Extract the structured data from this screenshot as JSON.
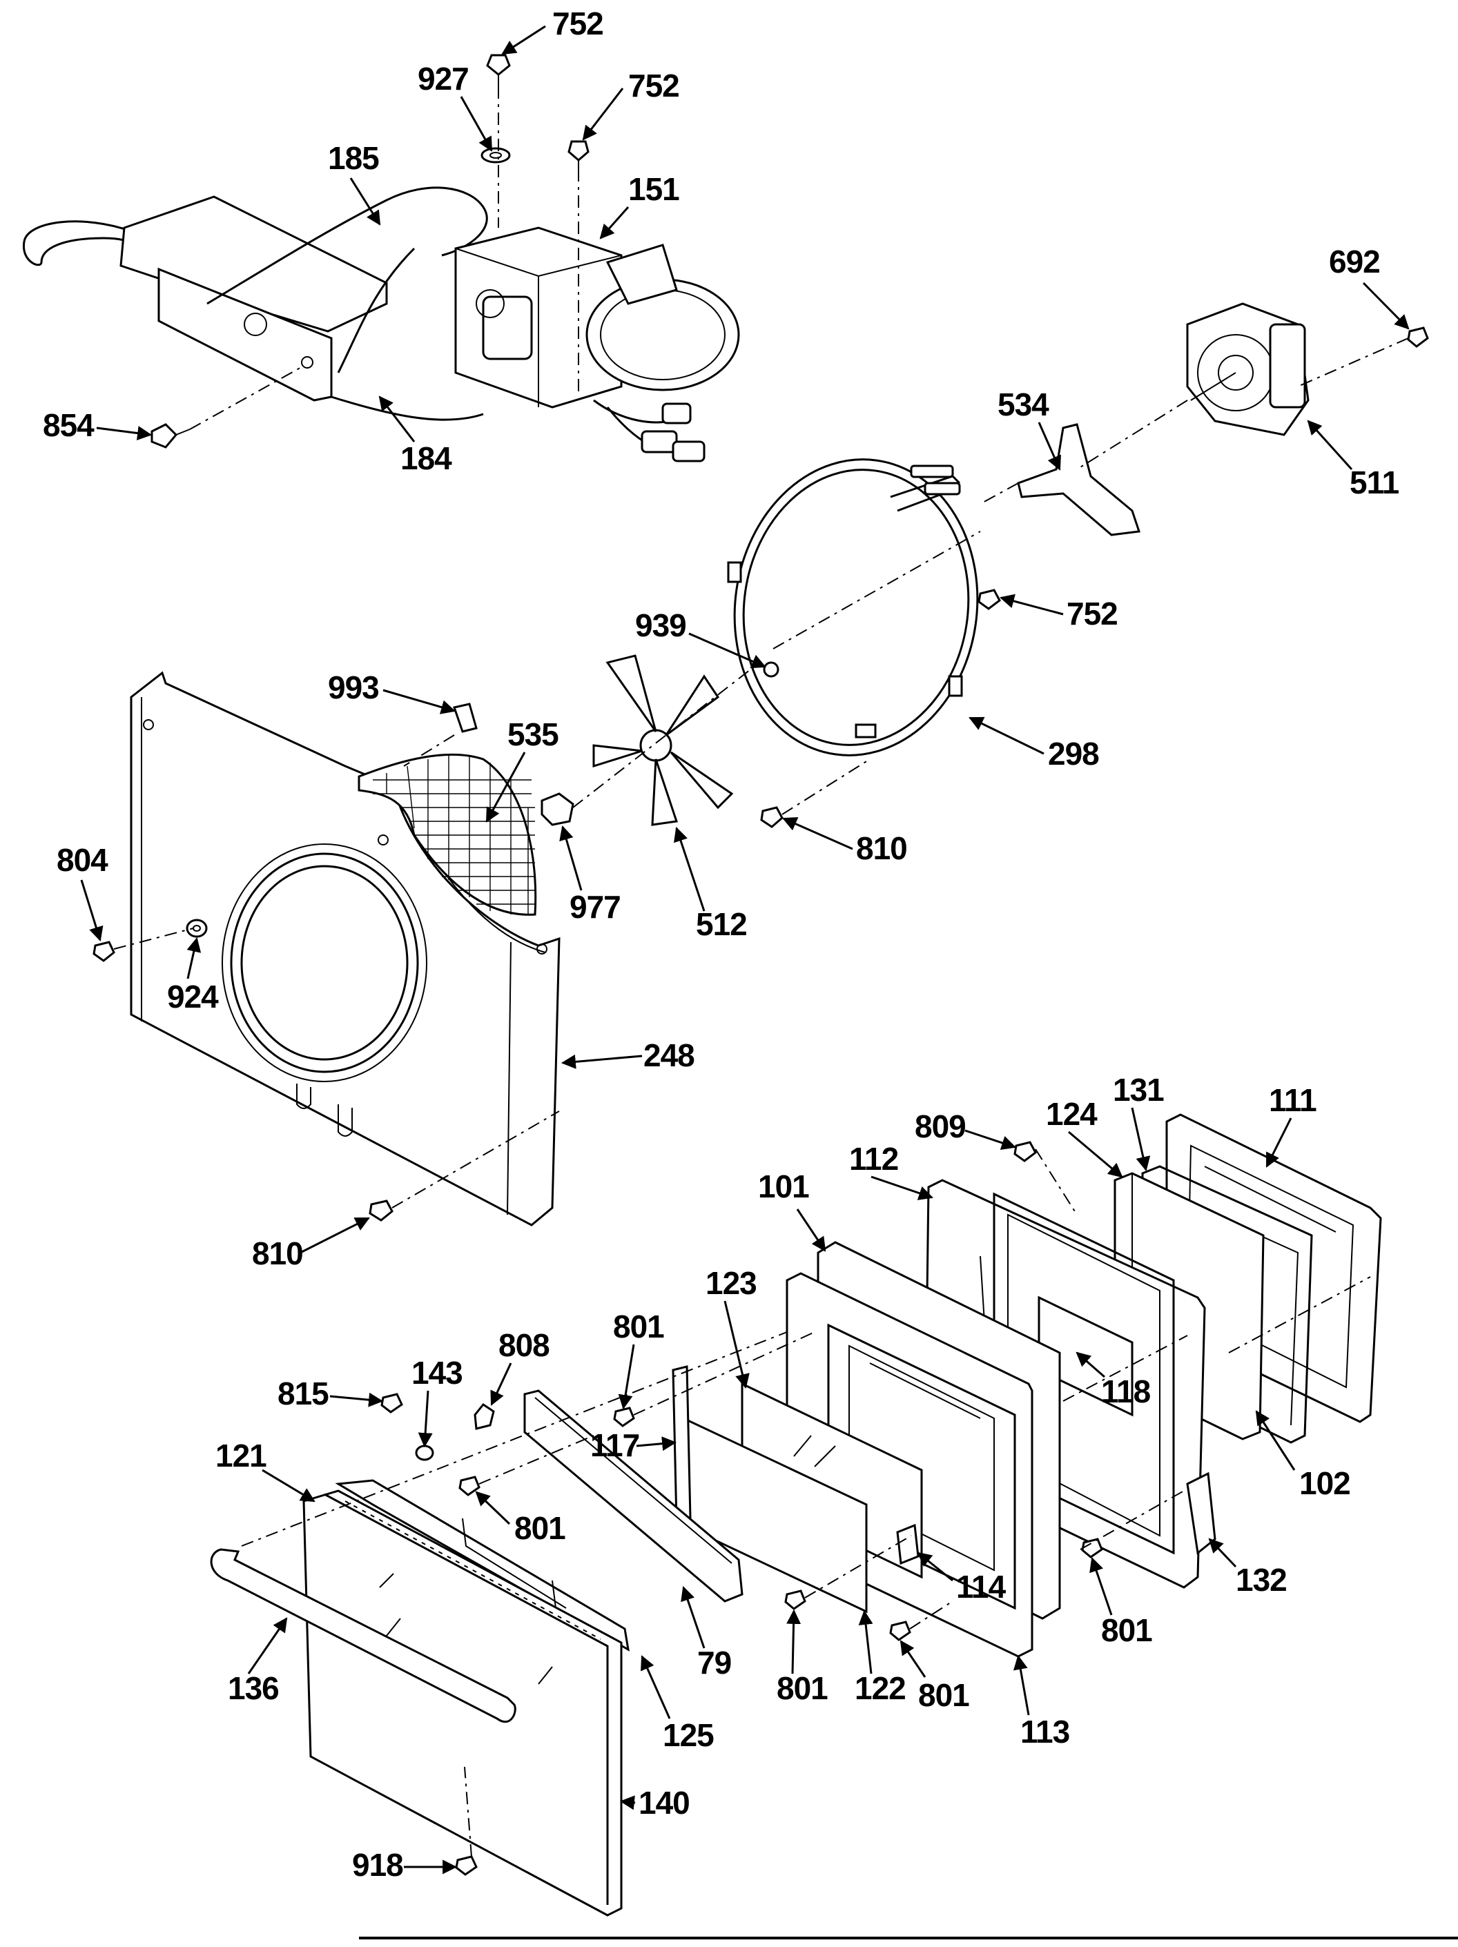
{
  "diagram": {
    "callouts": [
      {
        "id": "c752a",
        "text": "752"
      },
      {
        "id": "c927",
        "text": "927"
      },
      {
        "id": "c752b",
        "text": "752"
      },
      {
        "id": "c185",
        "text": "185"
      },
      {
        "id": "c151",
        "text": "151"
      },
      {
        "id": "c854",
        "text": "854"
      },
      {
        "id": "c184",
        "text": "184"
      },
      {
        "id": "c692",
        "text": "692"
      },
      {
        "id": "c534",
        "text": "534"
      },
      {
        "id": "c511",
        "text": "511"
      },
      {
        "id": "c752c",
        "text": "752"
      },
      {
        "id": "c939",
        "text": "939"
      },
      {
        "id": "c993",
        "text": "993"
      },
      {
        "id": "c535",
        "text": "535"
      },
      {
        "id": "c298",
        "text": "298"
      },
      {
        "id": "c804",
        "text": "804"
      },
      {
        "id": "c810a",
        "text": "810"
      },
      {
        "id": "c977",
        "text": "977"
      },
      {
        "id": "c512",
        "text": "512"
      },
      {
        "id": "c924",
        "text": "924"
      },
      {
        "id": "c248",
        "text": "248"
      },
      {
        "id": "c809",
        "text": "809"
      },
      {
        "id": "c131",
        "text": "131"
      },
      {
        "id": "c111",
        "text": "111"
      },
      {
        "id": "c124",
        "text": "124"
      },
      {
        "id": "c112",
        "text": "112"
      },
      {
        "id": "c101",
        "text": "101"
      },
      {
        "id": "c810b",
        "text": "810"
      },
      {
        "id": "c123",
        "text": "123"
      },
      {
        "id": "c801a",
        "text": "801"
      },
      {
        "id": "c808",
        "text": "808"
      },
      {
        "id": "c815",
        "text": "815"
      },
      {
        "id": "c143",
        "text": "143"
      },
      {
        "id": "c118",
        "text": "118"
      },
      {
        "id": "c117",
        "text": "117"
      },
      {
        "id": "c102",
        "text": "102"
      },
      {
        "id": "c121",
        "text": "121"
      },
      {
        "id": "c801b",
        "text": "801"
      },
      {
        "id": "c114",
        "text": "114"
      },
      {
        "id": "c132",
        "text": "132"
      },
      {
        "id": "c801c",
        "text": "801"
      },
      {
        "id": "c79",
        "text": "79"
      },
      {
        "id": "c801d",
        "text": "801"
      },
      {
        "id": "c122",
        "text": "122"
      },
      {
        "id": "c801e",
        "text": "801"
      },
      {
        "id": "c136",
        "text": "136"
      },
      {
        "id": "c125",
        "text": "125"
      },
      {
        "id": "c113",
        "text": "113"
      },
      {
        "id": "c140",
        "text": "140"
      },
      {
        "id": "c918",
        "text": "918"
      }
    ]
  }
}
